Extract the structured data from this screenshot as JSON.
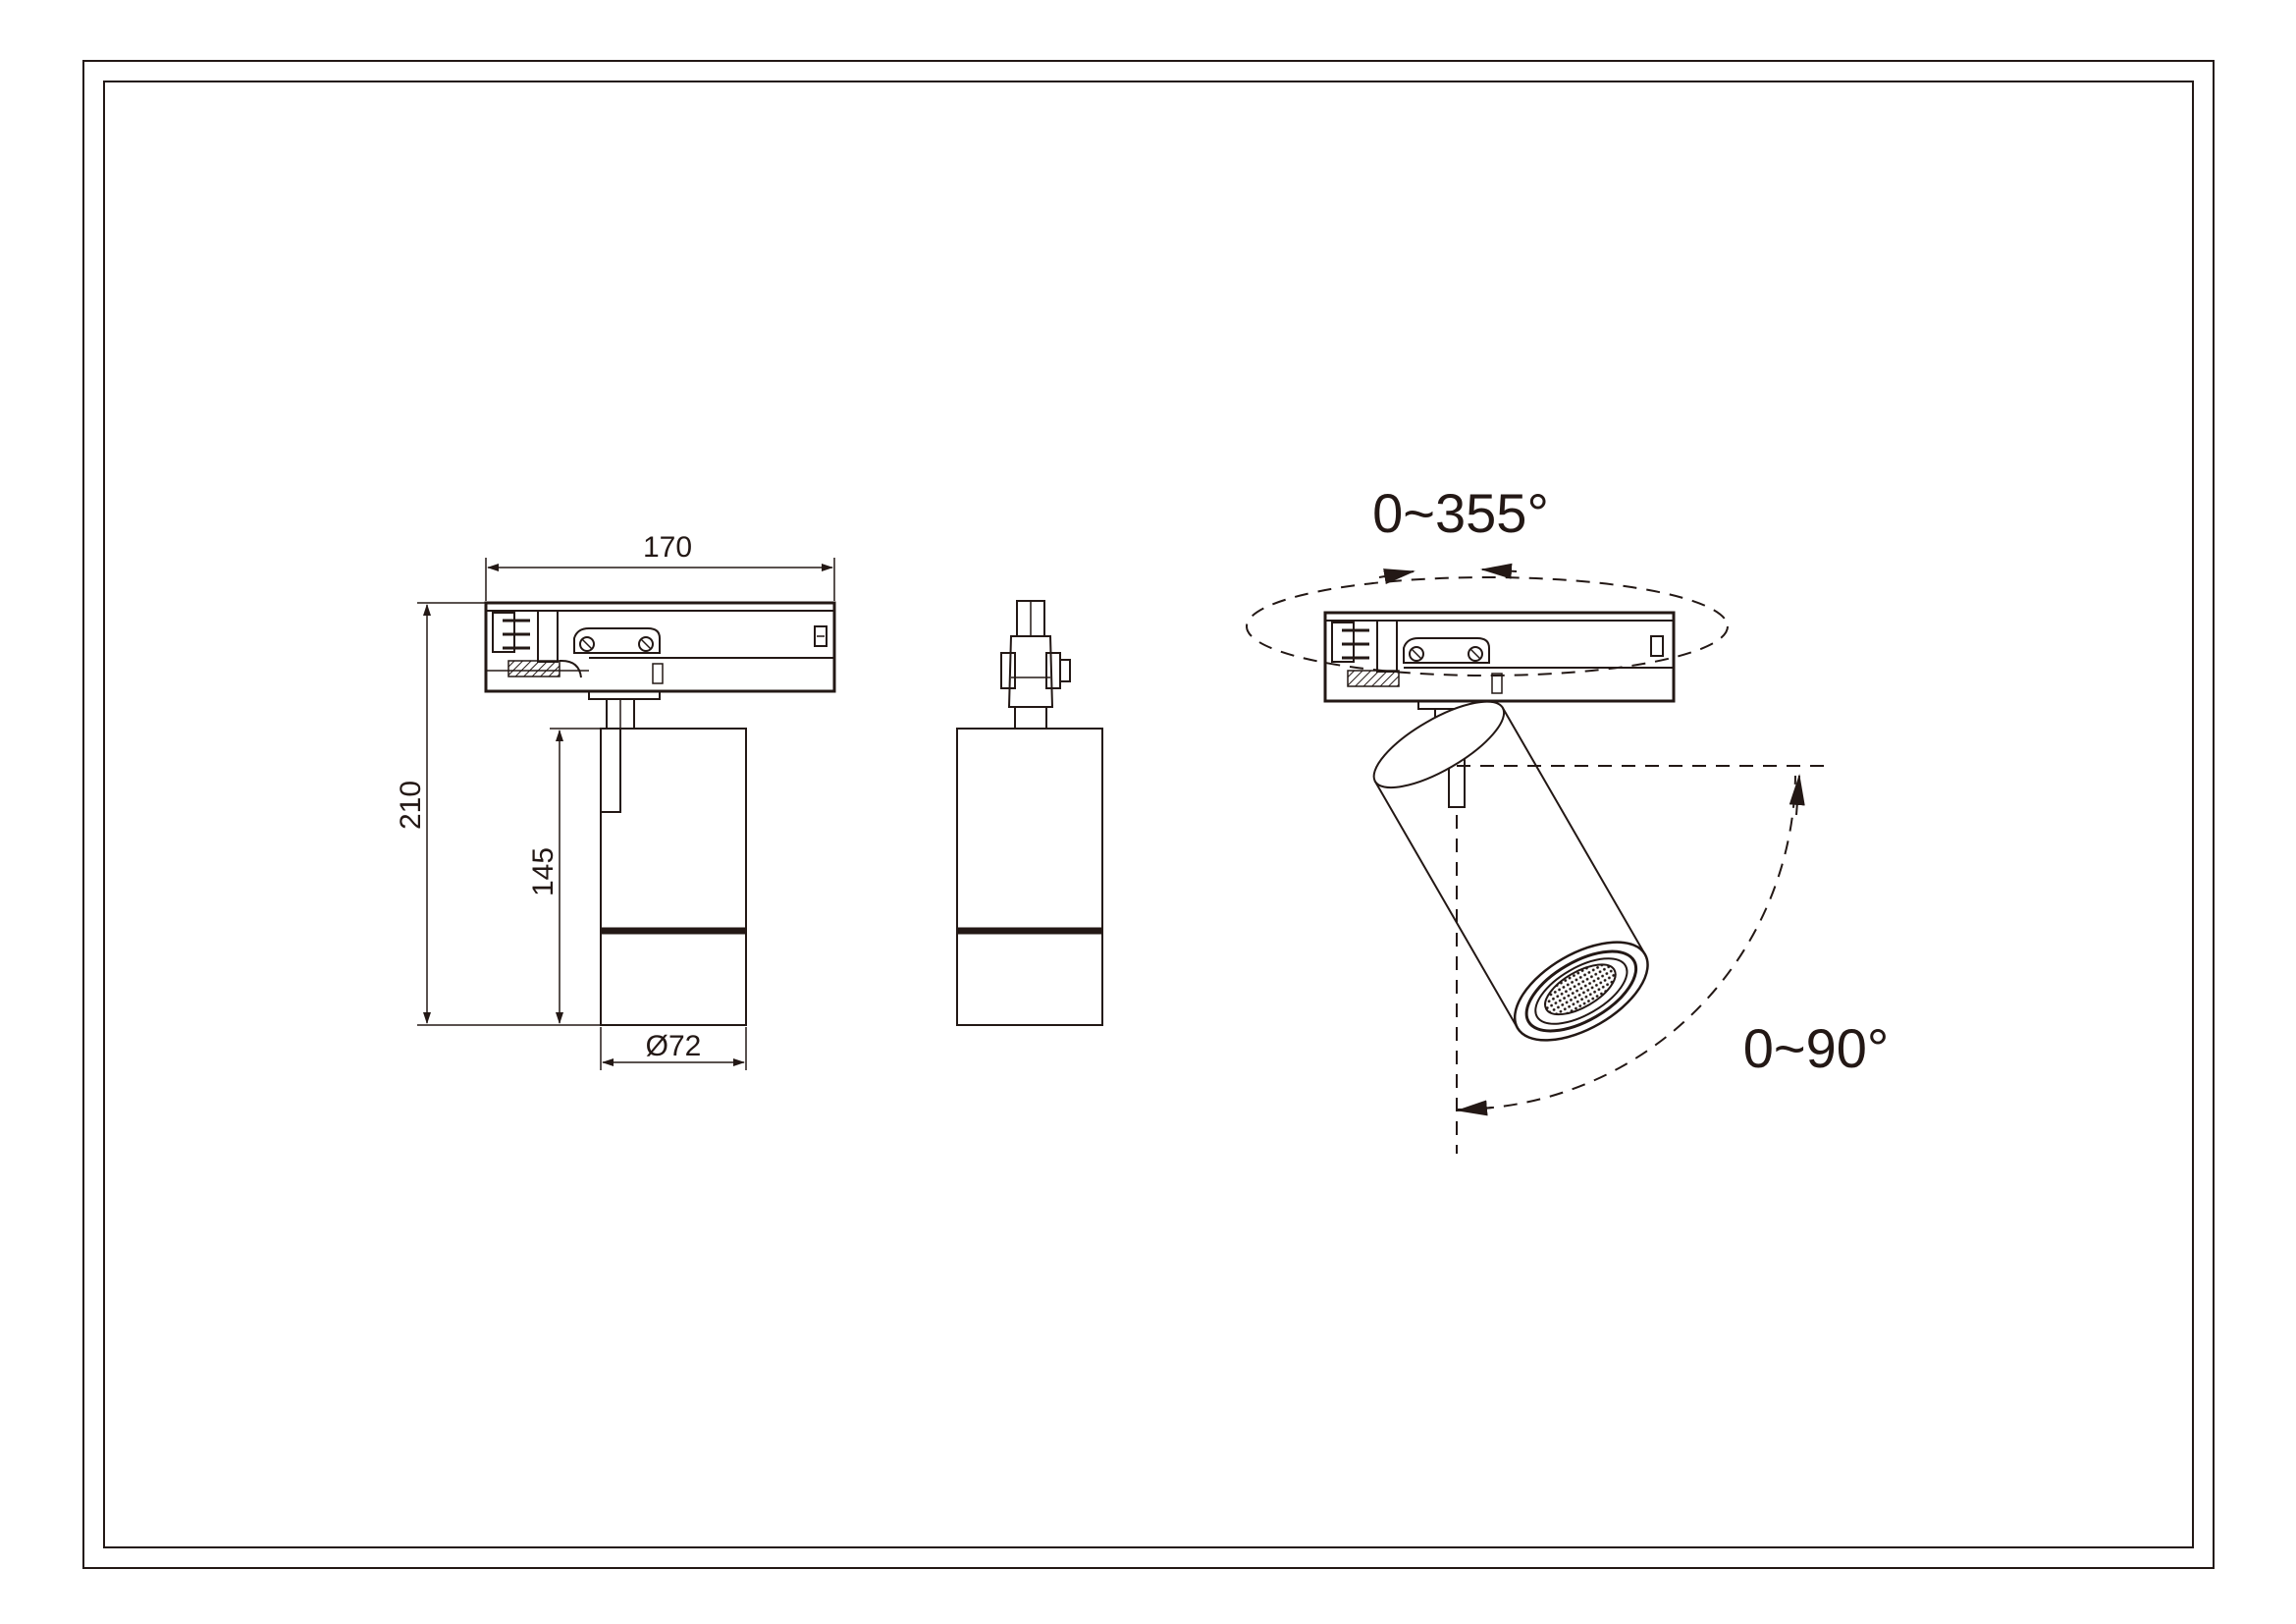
{
  "drawing": {
    "ink_color": "#231815",
    "dimensions": {
      "width": "170",
      "total_height": "210",
      "body_height": "145",
      "diameter": "Ø72"
    },
    "rotation": {
      "horizontal": "0~355°",
      "vertical": "0~90°"
    }
  }
}
